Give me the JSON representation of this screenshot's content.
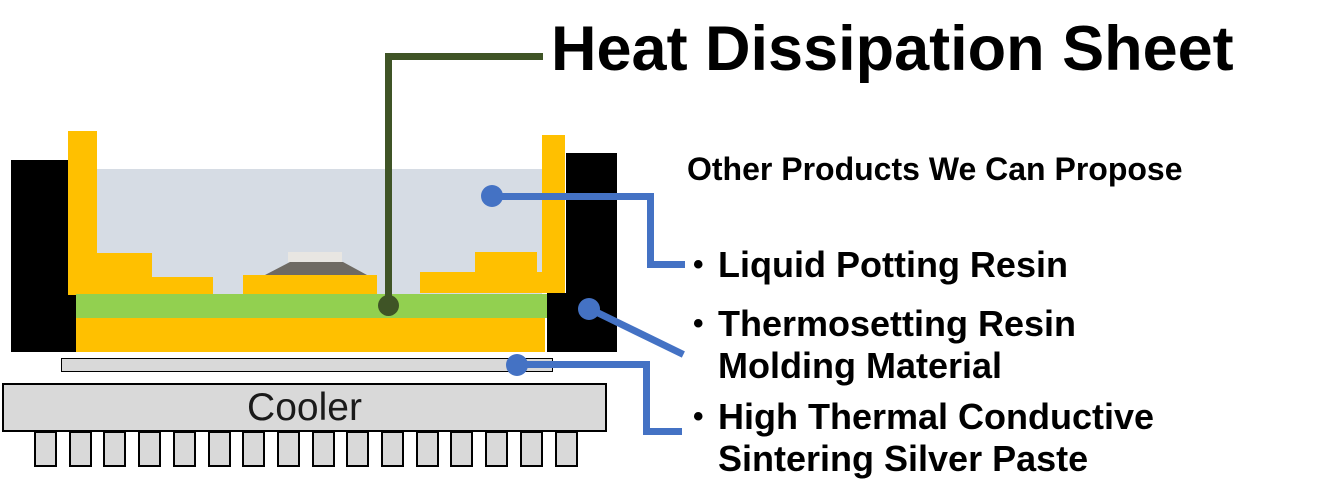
{
  "title": "Heat Dissipation Sheet",
  "right_panel": {
    "heading": "Other Products We Can Propose",
    "bullet": "•",
    "items": [
      {
        "line1": "Liquid Potting Resin",
        "line2": ""
      },
      {
        "line1": "Thermosetting Resin",
        "line2": "Molding Material"
      },
      {
        "line1": "High Thermal Conductive",
        "line2": "Sintering Silver Paste"
      }
    ]
  },
  "diagram": {
    "cooler_label": "Cooler",
    "fin_count": 16
  },
  "colors": {
    "gold": "#ffc000",
    "sheetgreen": "#92d050",
    "pottingblue": "#d6dce4",
    "connblue": "#4472c4",
    "ptrgreen": "#3f5426",
    "diegray": "#6e6a63",
    "dietop": "#e8e6e2",
    "coolergray": "#d9d9d9",
    "black": "#000000"
  }
}
